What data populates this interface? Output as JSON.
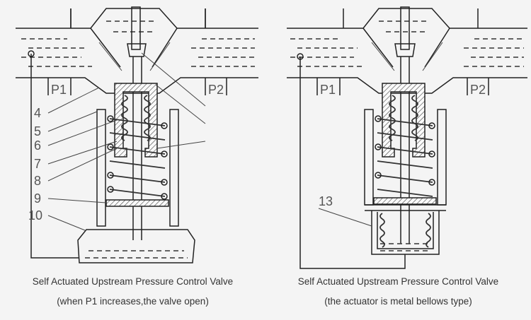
{
  "left_diagram": {
    "ports": {
      "inlet": "P1",
      "outlet": "P2"
    },
    "callouts": [
      "4",
      "5",
      "6",
      "7",
      "8",
      "9",
      "10"
    ],
    "caption_line1": "Self Actuated Upstream Pressure Control Valve",
    "caption_line2": "(when P1 increases,the valve open)"
  },
  "right_diagram": {
    "ports": {
      "inlet": "P1",
      "outlet": "P2"
    },
    "callouts": [
      "13"
    ],
    "caption_line1": "Self Actuated Upstream Pressure Control Valve",
    "caption_line2": "(the actuator is metal bellows type)"
  }
}
